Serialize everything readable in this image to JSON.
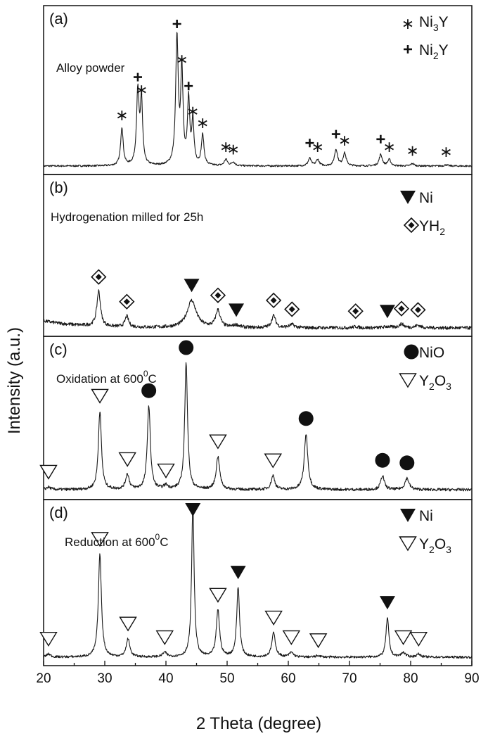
{
  "chart_data": {
    "type": "line",
    "xlabel": "2 Theta (degree)",
    "ylabel": "Intensity (a.u.)",
    "xlim": [
      20,
      90
    ],
    "xticks": [
      20,
      30,
      40,
      50,
      60,
      70,
      80,
      90
    ],
    "panels": [
      {
        "label": "(a)",
        "sample": "Alloy powder",
        "legend": [
          {
            "marker": "star",
            "text": "Ni",
            "sub": "3",
            "tail": "Y"
          },
          {
            "marker": "plus",
            "text": "Ni",
            "sub": "2",
            "tail": "Y"
          }
        ],
        "peaks": [
          {
            "x": 32.8,
            "h": 0.3,
            "w": 0.25,
            "marker": "star"
          },
          {
            "x": 35.4,
            "h": 0.58,
            "w": 0.25,
            "marker": "plus"
          },
          {
            "x": 36.0,
            "h": 0.5,
            "w": 0.22,
            "marker": "star"
          },
          {
            "x": 41.8,
            "h": 1.0,
            "w": 0.25,
            "marker": "plus"
          },
          {
            "x": 42.6,
            "h": 0.74,
            "w": 0.22,
            "marker": "star"
          },
          {
            "x": 43.7,
            "h": 0.51,
            "w": 0.22,
            "marker": "plus"
          },
          {
            "x": 44.4,
            "h": 0.33,
            "w": 0.22,
            "marker": "star"
          },
          {
            "x": 46.0,
            "h": 0.24,
            "w": 0.25,
            "marker": "star"
          },
          {
            "x": 49.8,
            "h": 0.05,
            "w": 0.3,
            "marker": "star"
          },
          {
            "x": 51.0,
            "h": 0.03,
            "w": 0.3,
            "marker": "star"
          },
          {
            "x": 63.5,
            "h": 0.06,
            "w": 0.3,
            "marker": "plus"
          },
          {
            "x": 64.8,
            "h": 0.05,
            "w": 0.3,
            "marker": "star"
          },
          {
            "x": 67.8,
            "h": 0.13,
            "w": 0.3,
            "marker": "plus"
          },
          {
            "x": 69.2,
            "h": 0.1,
            "w": 0.3,
            "marker": "star"
          },
          {
            "x": 75.1,
            "h": 0.09,
            "w": 0.3,
            "marker": "plus"
          },
          {
            "x": 76.5,
            "h": 0.05,
            "w": 0.3,
            "marker": "star"
          },
          {
            "x": 80.3,
            "h": 0.02,
            "w": 0.3,
            "marker": "star"
          },
          {
            "x": 85.8,
            "h": 0.01,
            "w": 0.3,
            "marker": "star"
          }
        ]
      },
      {
        "label": "(b)",
        "sample": "Hydrogenation milled for 25h",
        "legend": [
          {
            "marker": "filled-down-triangle",
            "text": "Ni"
          },
          {
            "marker": "diamond",
            "text": "YH",
            "sub": "2"
          }
        ],
        "peaks": [
          {
            "x": 29.0,
            "h": 0.56,
            "w": 0.35,
            "marker": "diamond"
          },
          {
            "x": 33.6,
            "h": 0.17,
            "w": 0.35,
            "marker": "diamond"
          },
          {
            "x": 44.2,
            "h": 0.43,
            "w": 0.9,
            "marker": "filled-down-triangle"
          },
          {
            "x": 48.5,
            "h": 0.27,
            "w": 0.45,
            "marker": "diamond"
          },
          {
            "x": 51.5,
            "h": 0.04,
            "w": 0.6,
            "marker": "filled-down-triangle"
          },
          {
            "x": 57.6,
            "h": 0.19,
            "w": 0.4,
            "marker": "diamond"
          },
          {
            "x": 60.6,
            "h": 0.05,
            "w": 0.5,
            "marker": "diamond"
          },
          {
            "x": 71.0,
            "h": 0.02,
            "w": 0.5,
            "marker": "diamond"
          },
          {
            "x": 76.2,
            "h": 0.02,
            "w": 0.6,
            "marker": "filled-down-triangle"
          },
          {
            "x": 78.5,
            "h": 0.06,
            "w": 0.5,
            "marker": "diamond"
          },
          {
            "x": 81.2,
            "h": 0.04,
            "w": 0.5,
            "marker": "diamond"
          }
        ]
      },
      {
        "label": "(c)",
        "sample": "Oxidation at 600",
        "sample_sup": "0",
        "sample_tail": "C",
        "legend": [
          {
            "marker": "circle",
            "text": "NiO"
          },
          {
            "marker": "open-down-triangle",
            "text": "Y",
            "sub": "2",
            "tail": "O",
            "sub2": "3"
          }
        ],
        "peaks": [
          {
            "x": 20.8,
            "h": 0.02,
            "w": 0.4,
            "marker": "open-down-triangle"
          },
          {
            "x": 29.2,
            "h": 0.62,
            "w": 0.3,
            "marker": "open-down-triangle"
          },
          {
            "x": 33.7,
            "h": 0.12,
            "w": 0.35,
            "marker": "open-down-triangle"
          },
          {
            "x": 37.2,
            "h": 0.66,
            "w": 0.3,
            "marker": "circle"
          },
          {
            "x": 40.0,
            "h": 0.03,
            "w": 0.4,
            "marker": "open-down-triangle"
          },
          {
            "x": 43.3,
            "h": 1.0,
            "w": 0.28,
            "marker": "circle"
          },
          {
            "x": 48.5,
            "h": 0.26,
            "w": 0.35,
            "marker": "open-down-triangle"
          },
          {
            "x": 57.5,
            "h": 0.11,
            "w": 0.35,
            "marker": "open-down-triangle"
          },
          {
            "x": 62.9,
            "h": 0.44,
            "w": 0.35,
            "marker": "circle"
          },
          {
            "x": 75.4,
            "h": 0.11,
            "w": 0.35,
            "marker": "circle"
          },
          {
            "x": 79.4,
            "h": 0.09,
            "w": 0.4,
            "marker": "circle"
          }
        ]
      },
      {
        "label": "(d)",
        "sample": "Reduction at 600",
        "sample_sup": "0",
        "sample_tail": "C",
        "legend": [
          {
            "marker": "filled-down-triangle",
            "text": "Ni"
          },
          {
            "marker": "open-down-triangle",
            "text": "Y",
            "sub": "2",
            "tail": "O",
            "sub2": "3"
          }
        ],
        "peaks": [
          {
            "x": 20.8,
            "h": 0.02,
            "w": 0.4,
            "marker": "open-down-triangle"
          },
          {
            "x": 29.2,
            "h": 0.68,
            "w": 0.3,
            "marker": "open-down-triangle"
          },
          {
            "x": 33.8,
            "h": 0.12,
            "w": 0.35,
            "marker": "open-down-triangle"
          },
          {
            "x": 39.8,
            "h": 0.03,
            "w": 0.4,
            "marker": "open-down-triangle"
          },
          {
            "x": 44.4,
            "h": 1.0,
            "w": 0.25,
            "marker": "filled-down-triangle"
          },
          {
            "x": 48.5,
            "h": 0.31,
            "w": 0.32,
            "marker": "open-down-triangle"
          },
          {
            "x": 51.8,
            "h": 0.46,
            "w": 0.28,
            "marker": "filled-down-triangle"
          },
          {
            "x": 57.6,
            "h": 0.16,
            "w": 0.35,
            "marker": "open-down-triangle"
          },
          {
            "x": 60.5,
            "h": 0.03,
            "w": 0.4,
            "marker": "open-down-triangle"
          },
          {
            "x": 64.9,
            "h": 0.01,
            "w": 0.4,
            "marker": "open-down-triangle"
          },
          {
            "x": 76.2,
            "h": 0.26,
            "w": 0.28,
            "marker": "filled-down-triangle"
          },
          {
            "x": 78.8,
            "h": 0.03,
            "w": 0.4,
            "marker": "open-down-triangle"
          },
          {
            "x": 81.3,
            "h": 0.02,
            "w": 0.4,
            "marker": "open-down-triangle"
          }
        ]
      }
    ]
  }
}
